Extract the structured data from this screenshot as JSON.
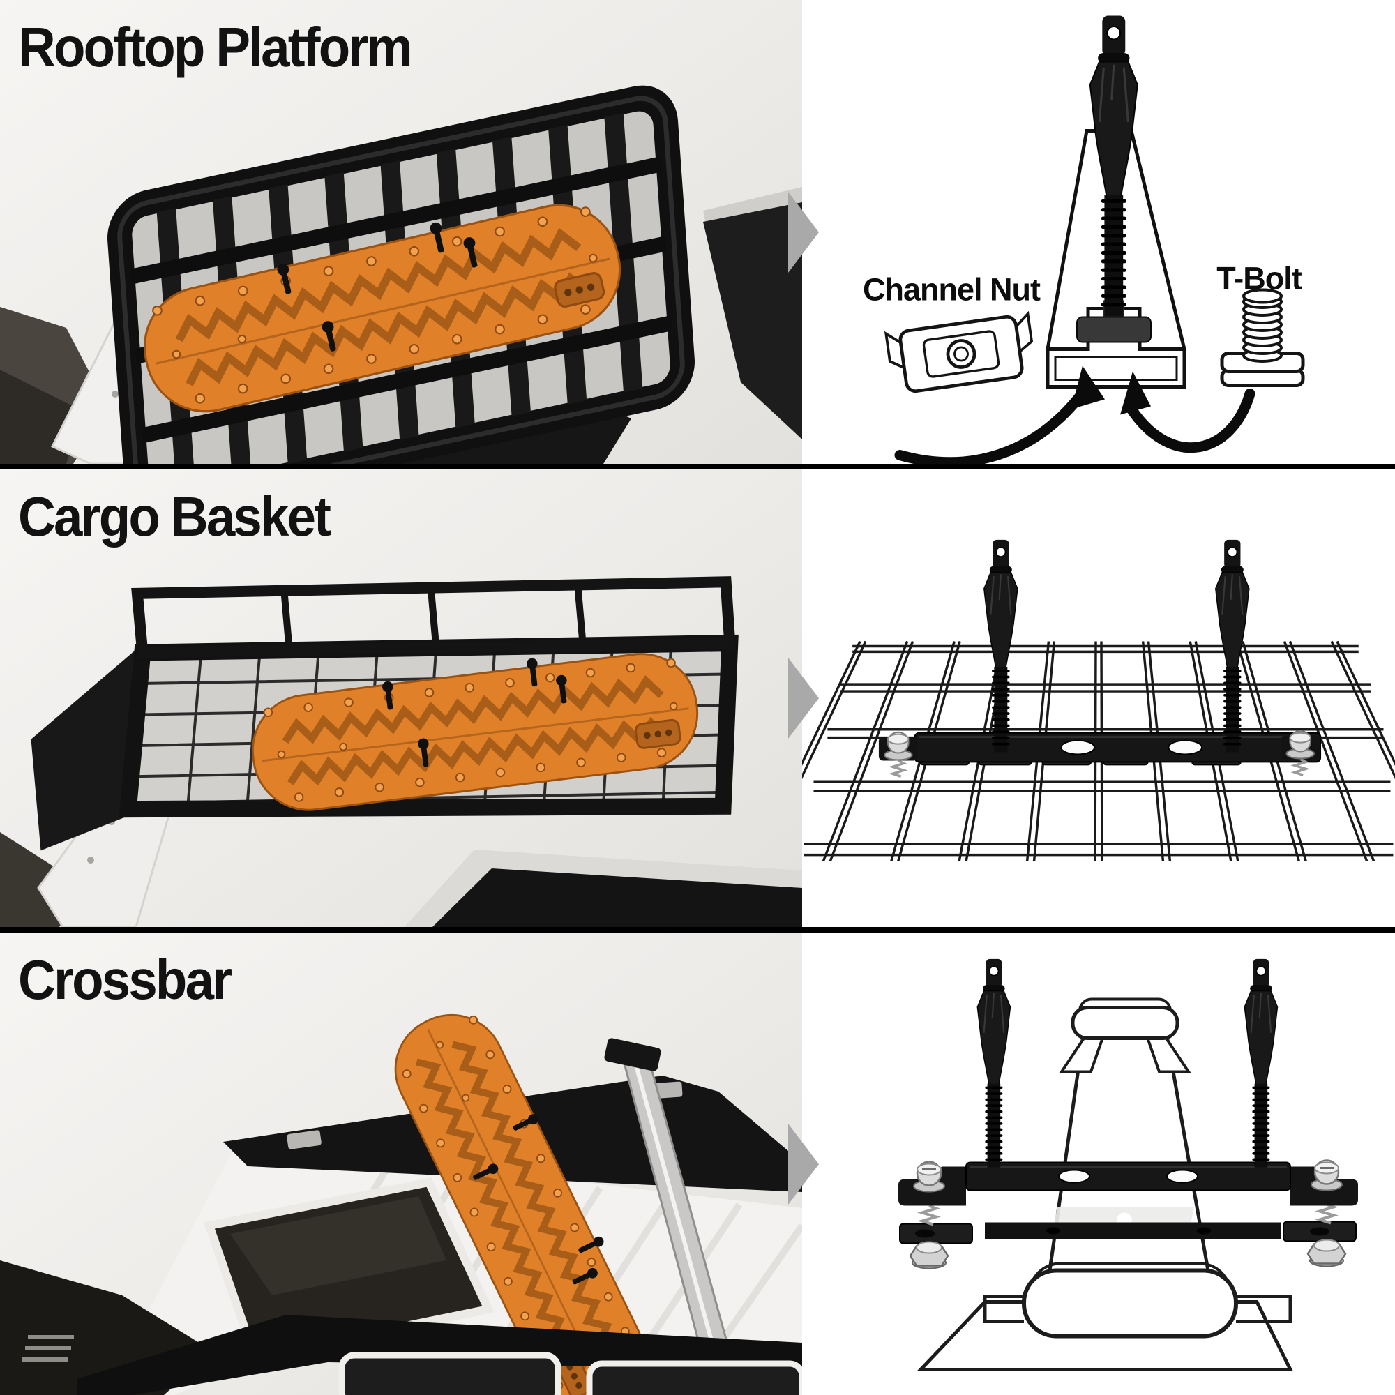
{
  "colors": {
    "orange": "#e0812a",
    "orange-dark": "#a85d18",
    "ink": "#141414",
    "panel-left-bg": "#efeeec",
    "panel-right-bg": "#ffffff",
    "divider": "#000000",
    "chevron": "#a9a9a9",
    "silver": "#d6d6d6"
  },
  "sections": [
    {
      "id": "rooftop-platform",
      "title": "Rooftop Platform",
      "diagram": {
        "labels": {
          "channel_nut": "Channel Nut",
          "t_bolt": "T-Bolt"
        }
      }
    },
    {
      "id": "cargo-basket",
      "title": "Cargo Basket",
      "diagram": {
        "labels": {}
      }
    },
    {
      "id": "crossbar",
      "title": "Crossbar",
      "diagram": {
        "labels": {}
      }
    }
  ]
}
